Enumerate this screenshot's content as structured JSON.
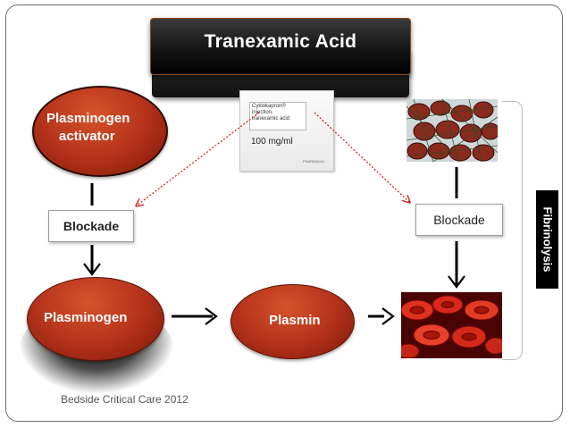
{
  "slide": {
    "title": "Tranexamic Acid",
    "footer": "Bedside Critical Care 2012"
  },
  "nodes": {
    "plasminogen_activator": {
      "line1": "Plasminogen",
      "line2": "activator"
    },
    "plasminogen": {
      "label": "Plasminogen"
    },
    "plasmin": {
      "label": "Plasmin"
    },
    "blockade_left": {
      "label": "Blockade"
    },
    "blockade_right": {
      "label": "Blockade"
    },
    "fibrinolysis": {
      "label": "Fibrinolysis"
    }
  },
  "drug_package": {
    "brand": "Cyklokapron®",
    "form": "injection,",
    "generic": "tranexamic acid",
    "concentration": "100 mg/ml",
    "maker": "PHARMACIA"
  },
  "images": {
    "top_right": "fibrin-clot-photo",
    "bottom_right": "red-blood-cells-photo"
  },
  "colors": {
    "ellipse_red": "#b5331b",
    "title_bg": "#151515",
    "dotted_arrow": "#c62828"
  }
}
